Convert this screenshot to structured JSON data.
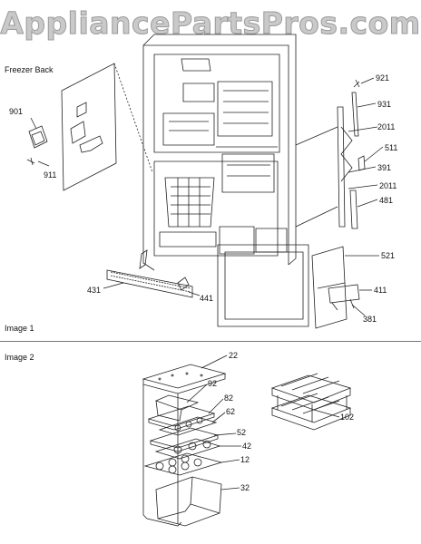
{
  "watermark": "AppliancePartsPros.com",
  "image1": {
    "title": "Image 1",
    "freezer_back_label": "Freezer Back",
    "parts": {
      "p901": "901",
      "p911": "911",
      "p921": "921",
      "p931": "931",
      "p2011a": "2011",
      "p511": "511",
      "p391": "391",
      "p2011b": "2011",
      "p481": "481",
      "p521": "521",
      "p411": "411",
      "p381": "381",
      "p431": "431",
      "p441": "441"
    }
  },
  "image2": {
    "title": "Image 2",
    "parts": {
      "p22": "22",
      "p92": "92",
      "p82": "82",
      "p62": "62",
      "p52": "52",
      "p42": "42",
      "p12": "12",
      "p32": "32",
      "p102": "102"
    }
  }
}
